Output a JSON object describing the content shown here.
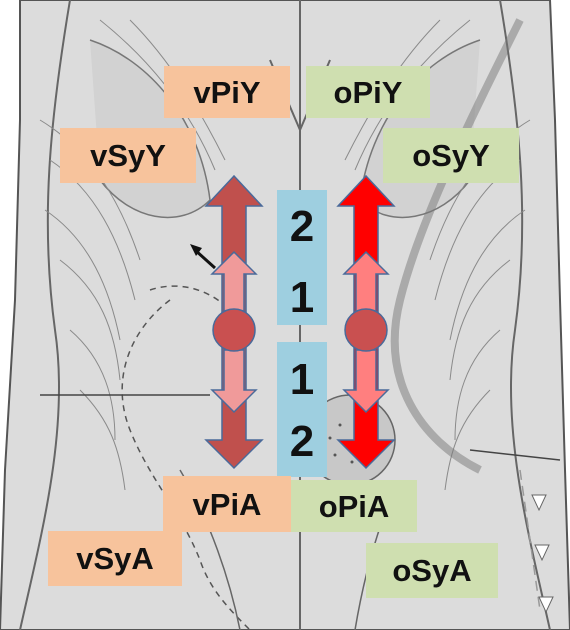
{
  "labels": {
    "vPiY": "vPiY",
    "oPiY": "oPiY",
    "vSyY": "vSyY",
    "oSyY": "oSyY",
    "vPiA": "vPiA",
    "oPiA": "oPiA",
    "vSyA": "vSyA",
    "oSyA": "oSyA"
  },
  "column_numbers": {
    "upper_top": "2",
    "upper_bottom": "1",
    "lower_top": "1",
    "lower_bottom": "2"
  },
  "colors": {
    "orange_label": "#f7c39c",
    "green_label": "#cfdfb0",
    "center_column": "#9ecfe0",
    "arrow_dark": "#c0504d",
    "arrow_light": "#f09a9a",
    "arrow_red": "#ff0000",
    "arrow_pink": "#ff7f7f",
    "circle": "#c95050",
    "outline": "#4a6a9a",
    "skin": "#dcdcdc",
    "line": "#555555"
  }
}
